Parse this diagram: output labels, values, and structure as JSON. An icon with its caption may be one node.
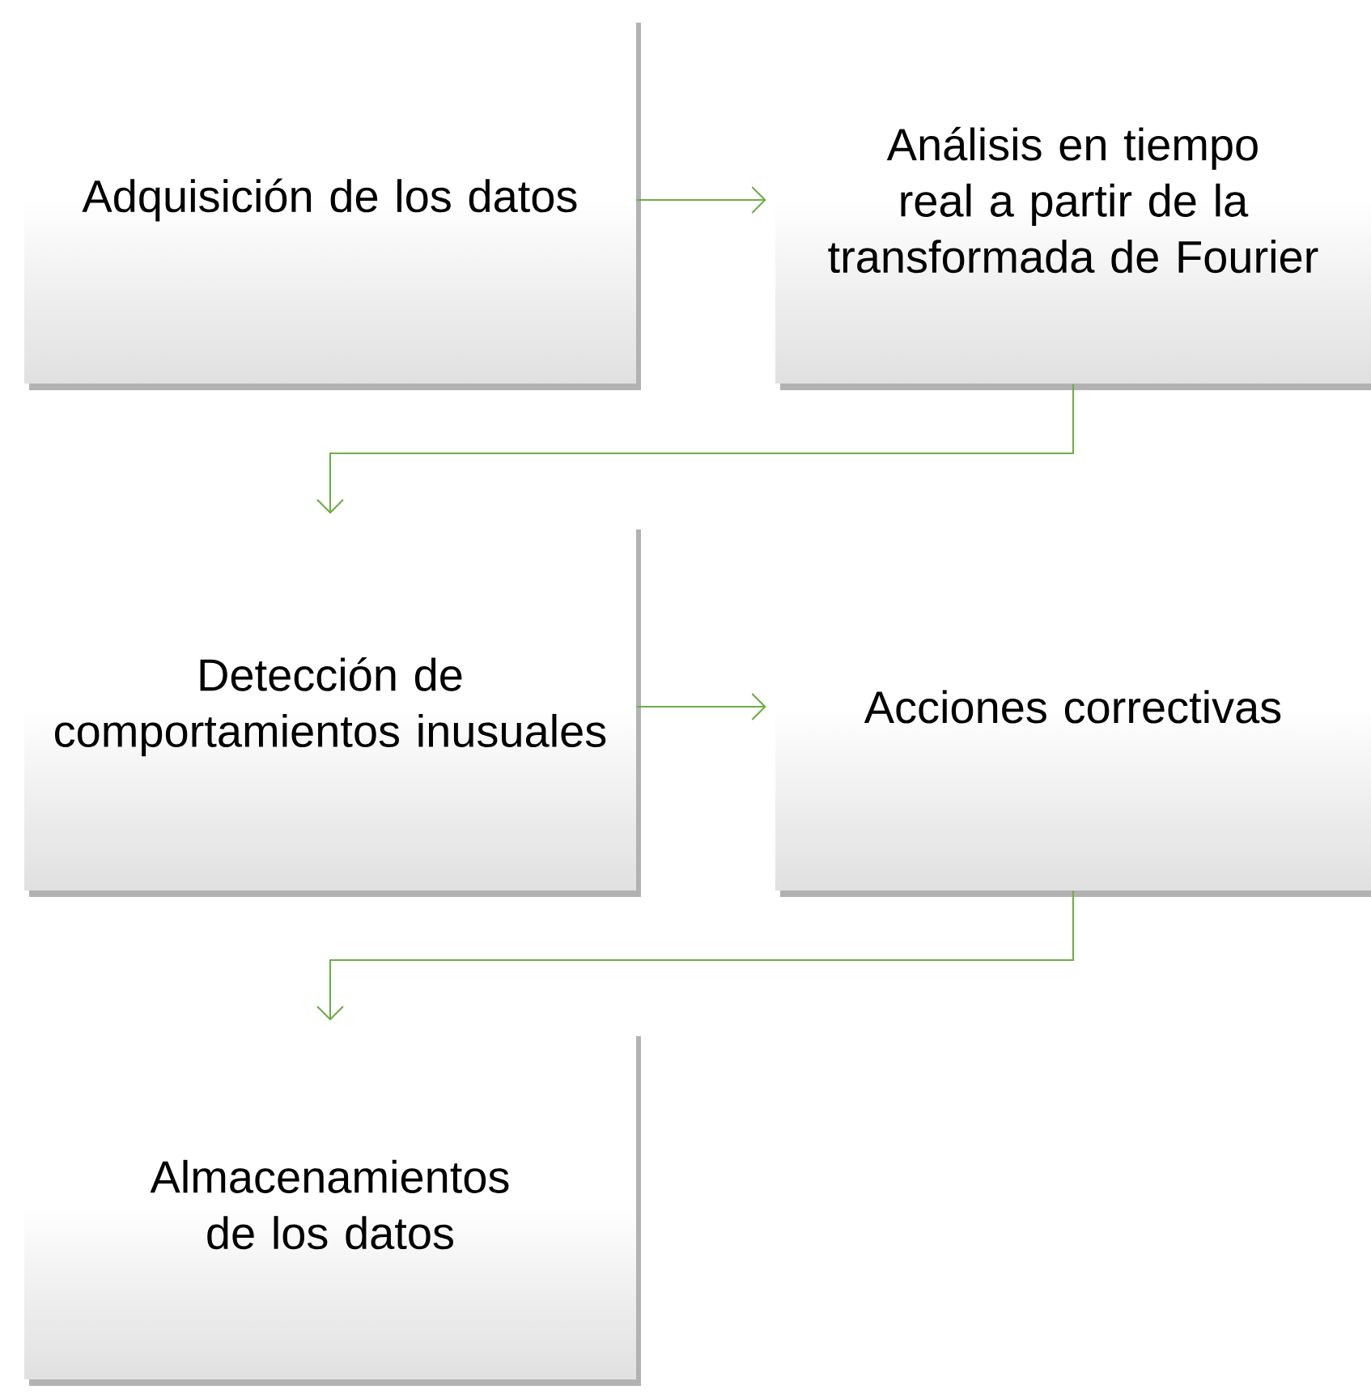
{
  "diagram": {
    "nodes": [
      {
        "text": [
          "Adquisición de los datos"
        ]
      },
      {
        "text": [
          "Análisis en tiempo real a partir de la transformada de Fourier"
        ]
      },
      {
        "text": [
          "Detección de comportamientos inusuales"
        ]
      },
      {
        "text": [
          "Acciones correctivas"
        ]
      },
      {
        "text": [
          "Almacenamientos de los datos"
        ]
      }
    ],
    "edges": [
      {
        "from": 0,
        "to": 1,
        "arrow": "to"
      },
      {
        "from": 1,
        "to": 2,
        "arrow": "to"
      },
      {
        "from": 2,
        "to": 3,
        "arrow": "to"
      },
      {
        "from": 3,
        "to": 4,
        "arrow": "to"
      }
    ]
  }
}
